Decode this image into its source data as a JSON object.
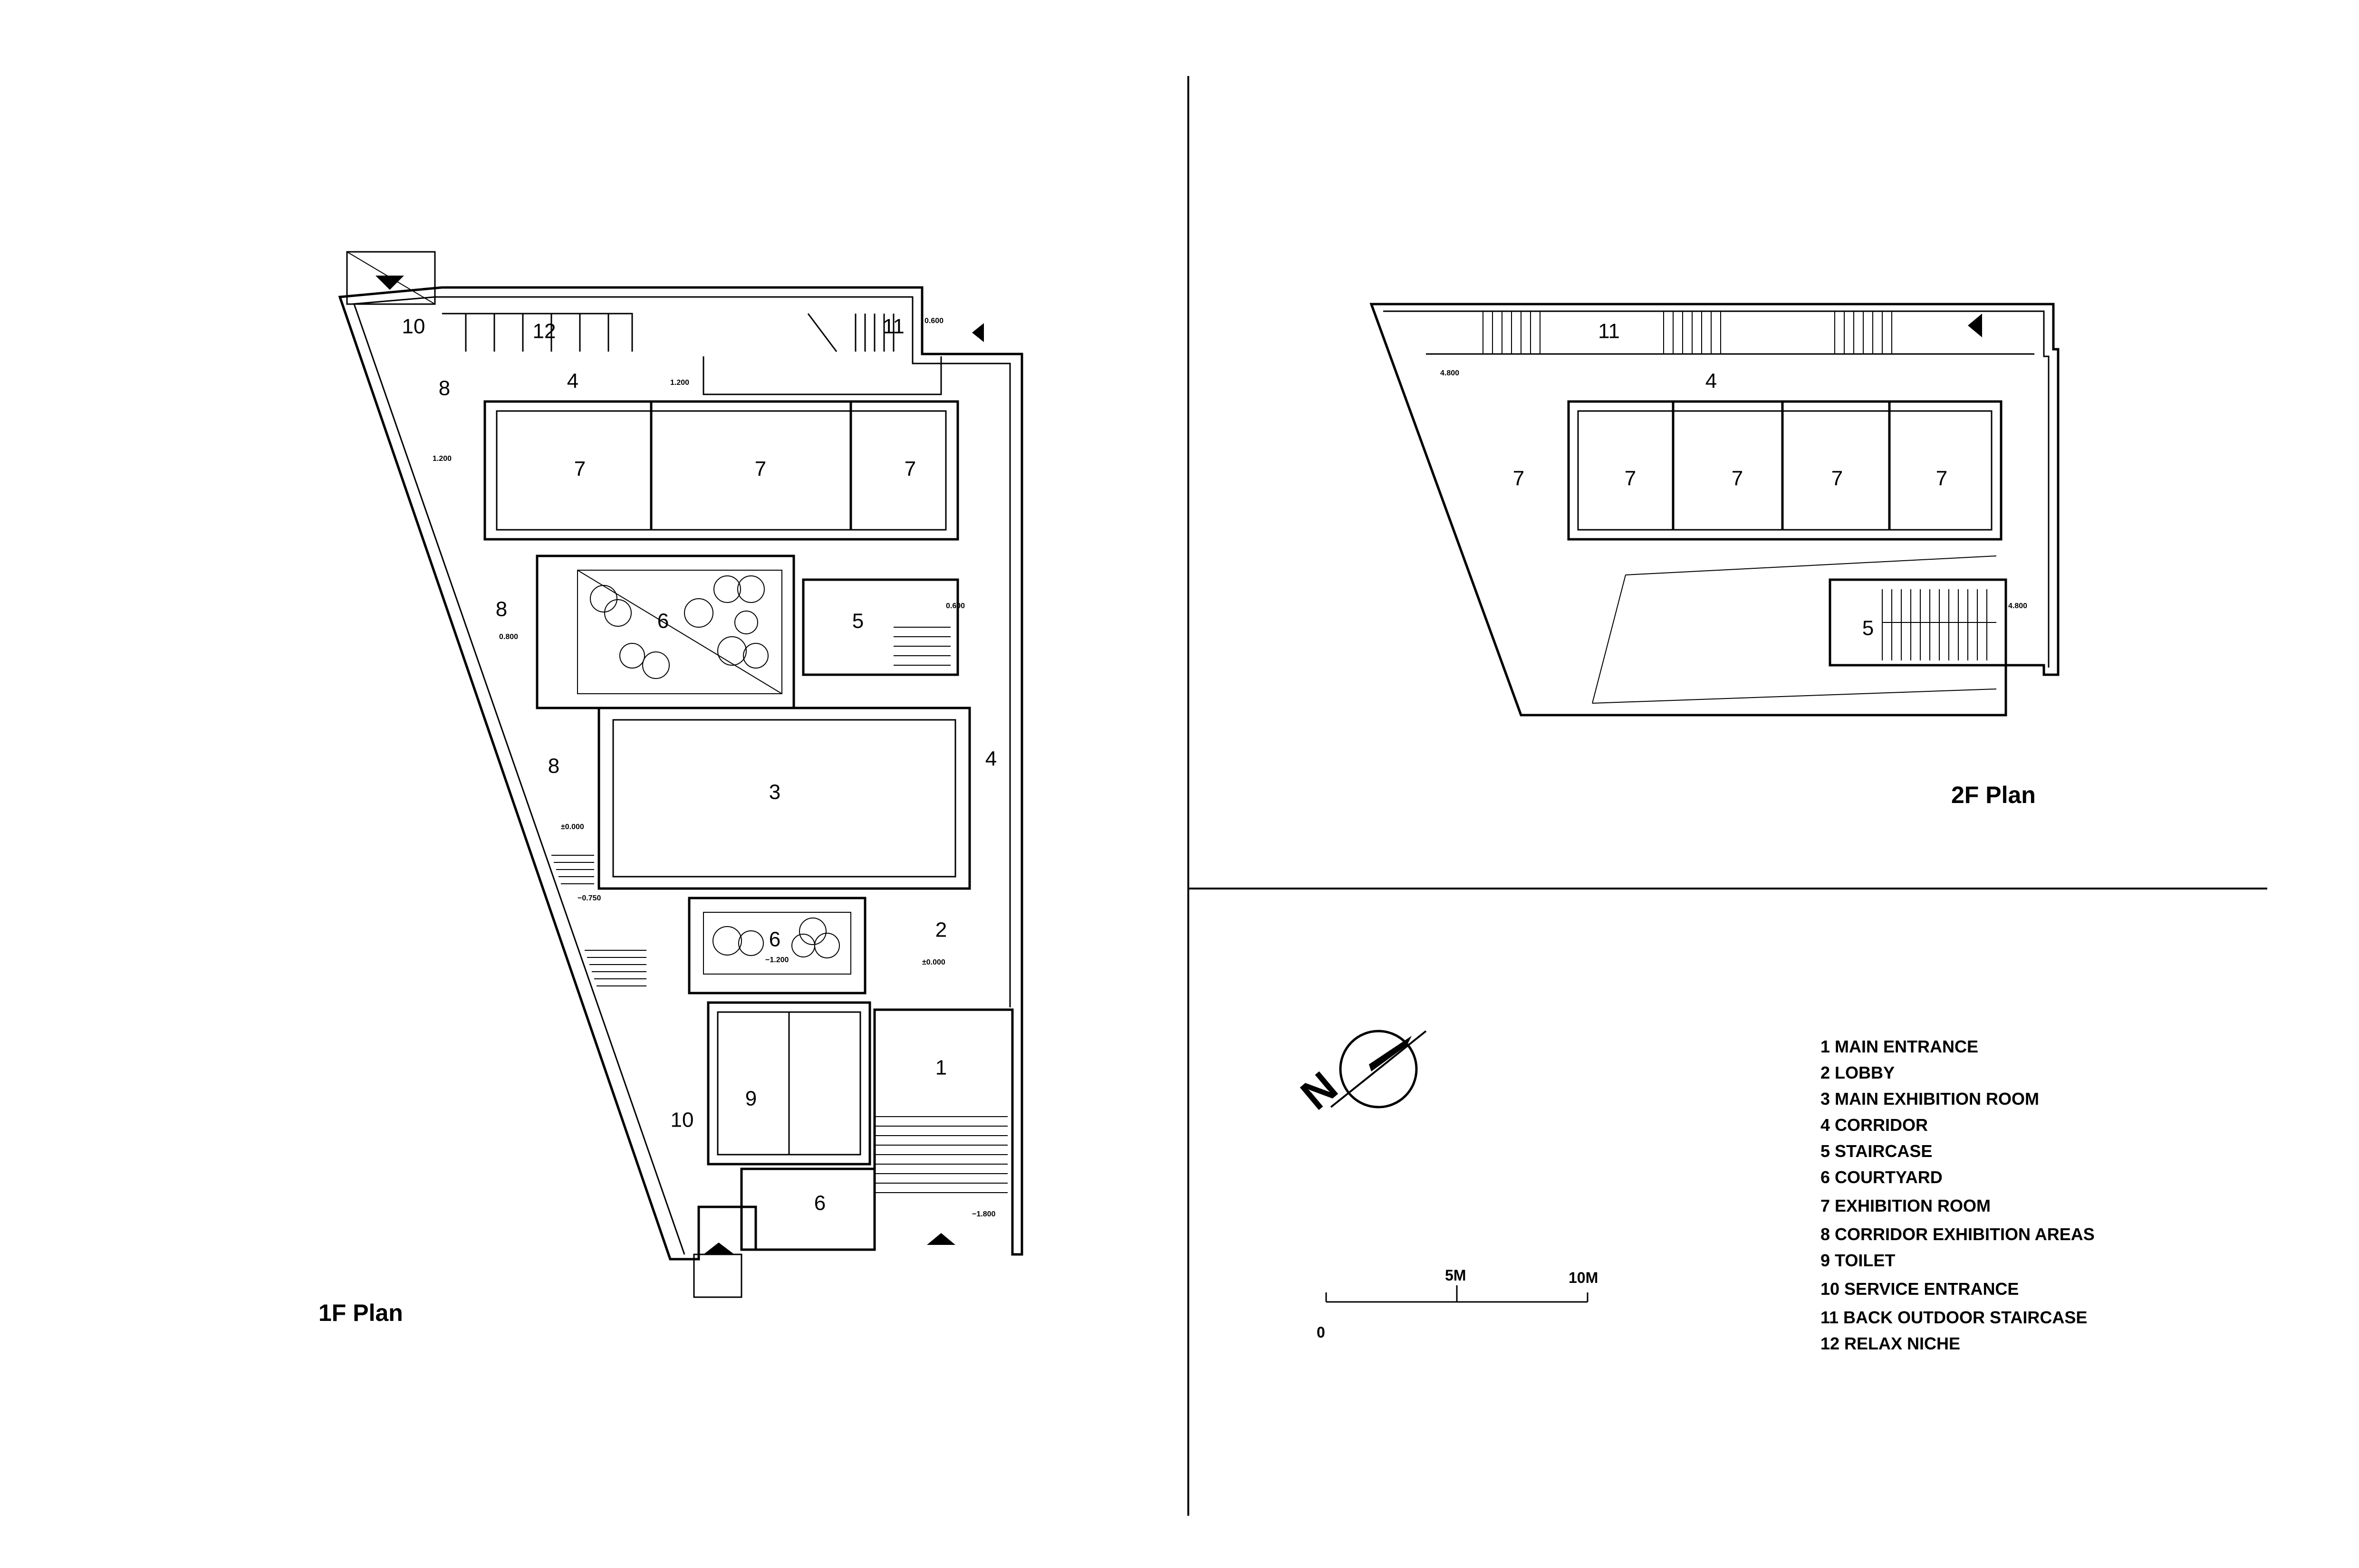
{
  "plans": {
    "first_floor": {
      "title": "1F Plan",
      "rooms": [
        "10",
        "12",
        "11",
        "4",
        "8",
        "7",
        "7",
        "7",
        "8",
        "6",
        "5",
        "8",
        "3",
        "4",
        "6",
        "2",
        "1",
        "9",
        "10",
        "6"
      ],
      "levels": [
        "1.200",
        "1.200",
        "0.800",
        "0.600",
        "0.600",
        "±0.000",
        "−0.750",
        "−1.200",
        "±0.000",
        "−1.800"
      ]
    },
    "second_floor": {
      "title": "2F Plan",
      "rooms": [
        "11",
        "4",
        "7",
        "7",
        "7",
        "7",
        "7",
        "5"
      ],
      "levels": [
        "4.800",
        "4.800"
      ]
    }
  },
  "north_arrow": {
    "label": "N"
  },
  "scale_bar": {
    "labels": [
      "0",
      "5M",
      "10M"
    ]
  },
  "legend": [
    "1 MAIN ENTRANCE",
    "2 LOBBY",
    "3 MAIN EXHIBITION ROOM",
    "4 CORRIDOR",
    "5 STAIRCASE",
    "6 COURTYARD",
    "7 EXHIBITION ROOM",
    "8 CORRIDOR EXHIBITION AREAS",
    "9 TOILET",
    "10 SERVICE ENTRANCE",
    "11 BACK OUTDOOR STAIRCASE",
    "12 RELAX NICHE"
  ]
}
